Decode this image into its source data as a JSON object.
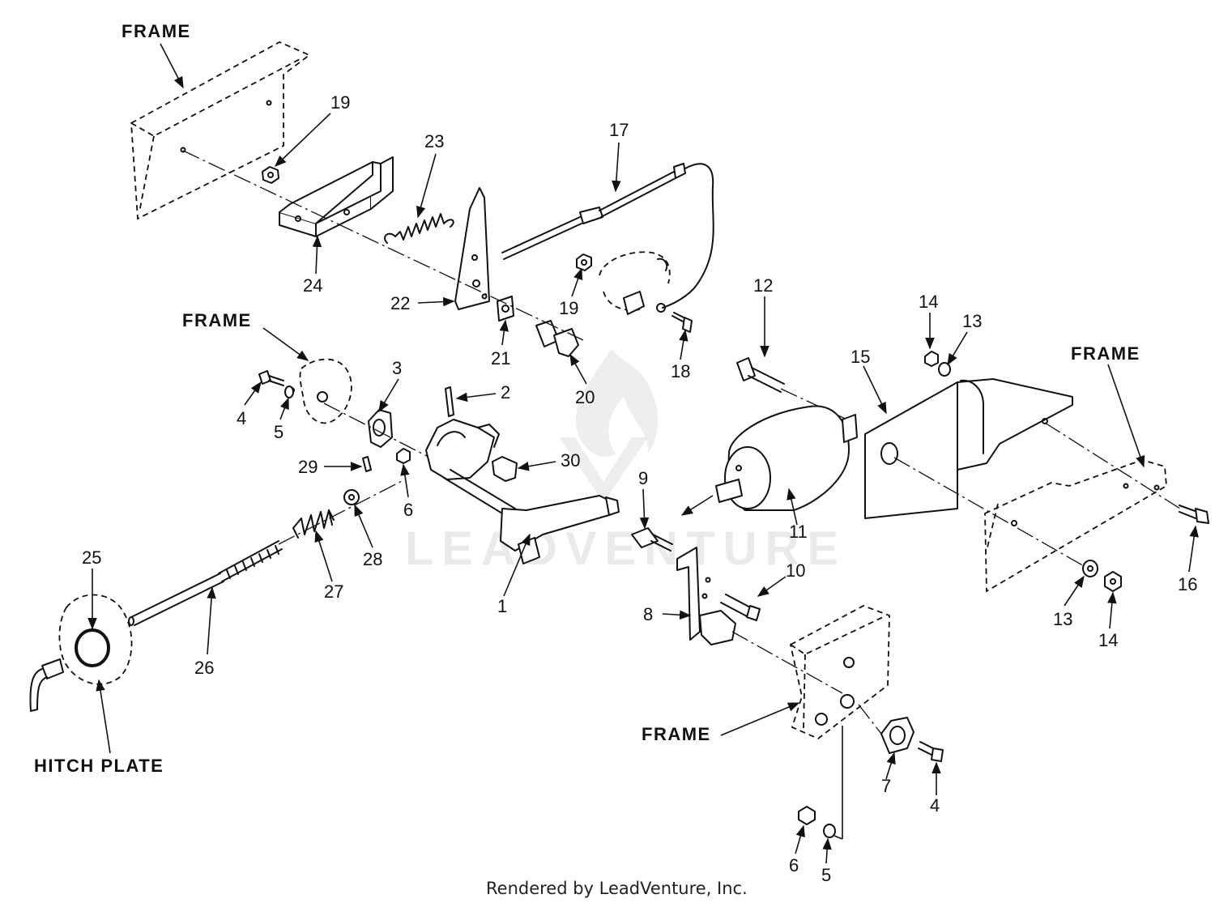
{
  "frame_labels": {
    "top_left": "FRAME",
    "mid_left": "FRAME",
    "right": "FRAME",
    "bottom": "FRAME"
  },
  "hitch_plate_label": "HITCH PLATE",
  "footer": "Rendered by LeadVenture, Inc.",
  "watermark": "LEADVENTURE",
  "callouts": {
    "c1": "1",
    "c2": "2",
    "c3": "3",
    "c4a": "4",
    "c4b": "4",
    "c5a": "5",
    "c5b": "5",
    "c6a": "6",
    "c6b": "6",
    "c7": "7",
    "c8": "8",
    "c9": "9",
    "c10": "10",
    "c11": "11",
    "c12": "12",
    "c13a": "13",
    "c13b": "13",
    "c14a": "14",
    "c14b": "14",
    "c15": "15",
    "c16": "16",
    "c17": "17",
    "c18": "18",
    "c19a": "19",
    "c19b": "19",
    "c20": "20",
    "c21": "21",
    "c22": "22",
    "c23": "23",
    "c24": "24",
    "c25": "25",
    "c26": "26",
    "c27": "27",
    "c28": "28",
    "c29": "29",
    "c30": "30"
  }
}
